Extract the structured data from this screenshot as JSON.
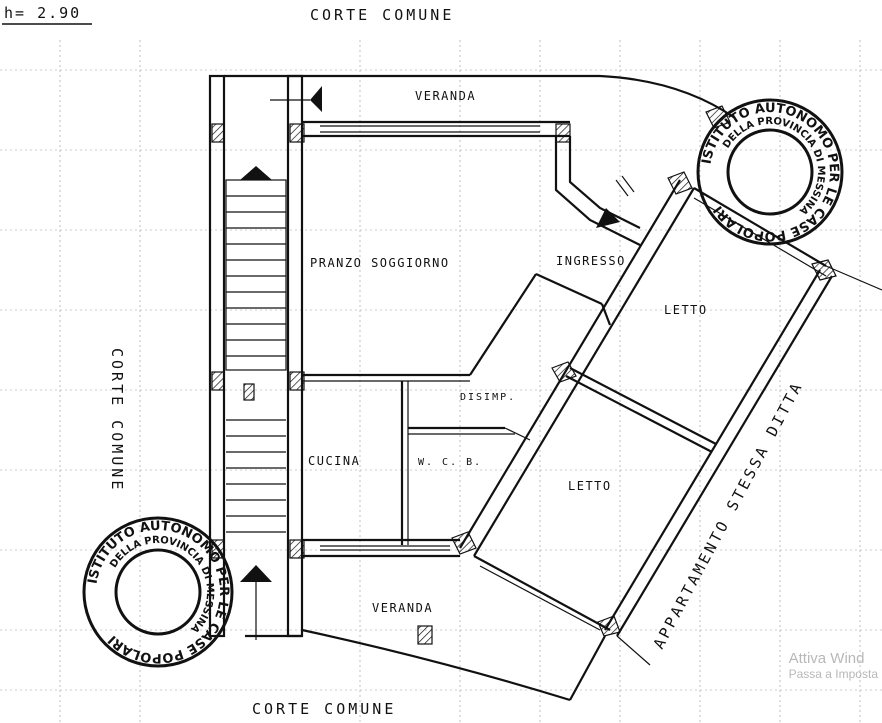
{
  "header": {
    "height_label": "h= 2.90"
  },
  "labels": {
    "top": "CORTE COMUNE",
    "bottom": "CORTE COMUNE",
    "left": "CORTE COMUNE",
    "veranda_top": "VERANDA",
    "veranda_bottom": "VERANDA",
    "pranzo": "PRANZO SOGGIORNO",
    "ingresso": "INGRESSO",
    "letto_upper": "LETTO",
    "letto_lower": "LETTO",
    "disimp": "DISIMP.",
    "cucina": "CUCINA",
    "wc": "W. C. B.",
    "appartamento": "APPARTAMENTO STESSA DITTA"
  },
  "stamps": {
    "upper": {
      "outer_text": "ISTITUTO AUTONOMO PER LE CASE POPOLARI",
      "inner_text": "DELLA PROVINCIA DI MESSINA"
    },
    "lower": {
      "outer_text": "ISTITUTO AUTONOMO PER LE CASE POPOLARI",
      "inner_text": "DELLA PROVINCIA DI MESSINA"
    }
  },
  "watermark": {
    "line1": "Attiva Wind",
    "line2": "Passa a Imposta"
  }
}
